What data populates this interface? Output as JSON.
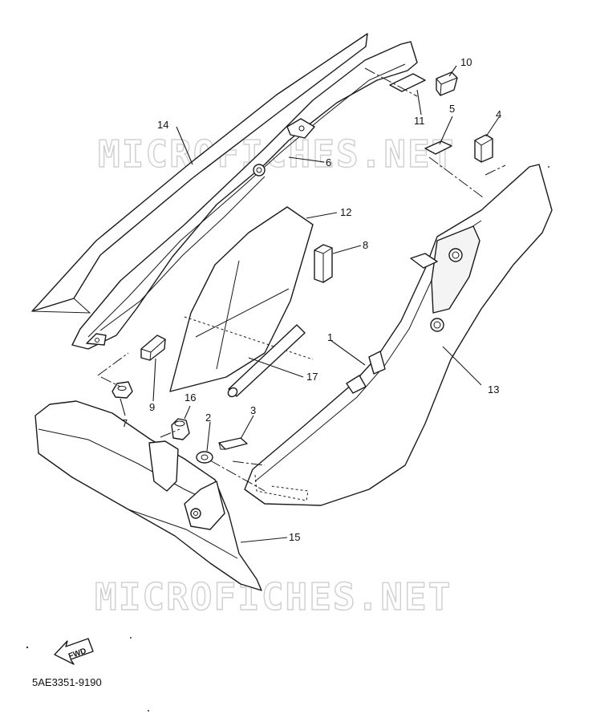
{
  "diagram": {
    "callouts": [
      "1",
      "2",
      "3",
      "4",
      "5",
      "6",
      "7",
      "8",
      "9",
      "10",
      "11",
      "12",
      "13",
      "14",
      "15",
      "16",
      "17"
    ],
    "watermarks": [
      "MICROFICHES.NET",
      "MICROFICHES.NET"
    ],
    "fwd_marker": "FWD",
    "drawing_code": "5AE3351-9190"
  }
}
